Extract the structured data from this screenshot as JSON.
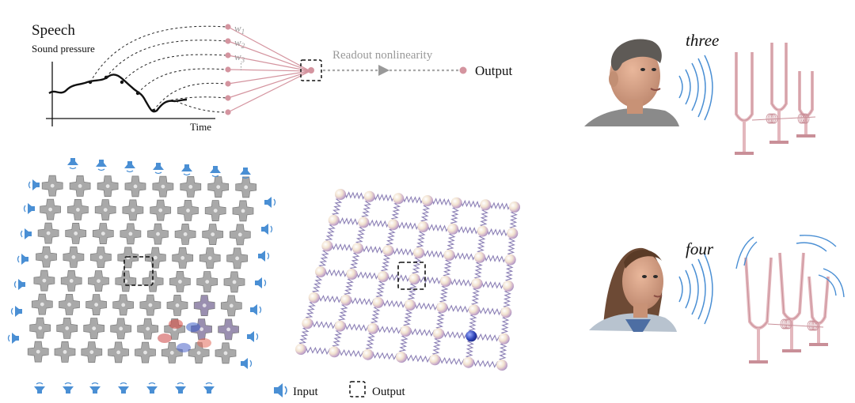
{
  "speech_panel": {
    "title": "Speech",
    "ylabel": "Sound pressure",
    "xlabel": "Time",
    "weights": [
      {
        "base": "w",
        "sub": "1"
      },
      {
        "base": "w",
        "sub": "2"
      },
      {
        "base": "w",
        "sub": "3"
      }
    ],
    "weights_ellipsis": "⋮",
    "readout_label": "Readout nonlinearity",
    "output_label": "Output"
  },
  "legend": {
    "input_label": "Input",
    "output_label": "Output"
  },
  "speakers": [
    {
      "word": "three"
    },
    {
      "word": "four"
    }
  ],
  "colors": {
    "pink": "#d4949f",
    "readout_gray": "#999999",
    "speaker_blue": "#4a8fd4",
    "tile_gray": "#a9a9a9",
    "spring_purple": "#8b7fb5",
    "tuning_fork": "#e3b7bd"
  },
  "icons": [
    "speaker-icon",
    "output-box-icon",
    "tuning-fork-icon"
  ]
}
